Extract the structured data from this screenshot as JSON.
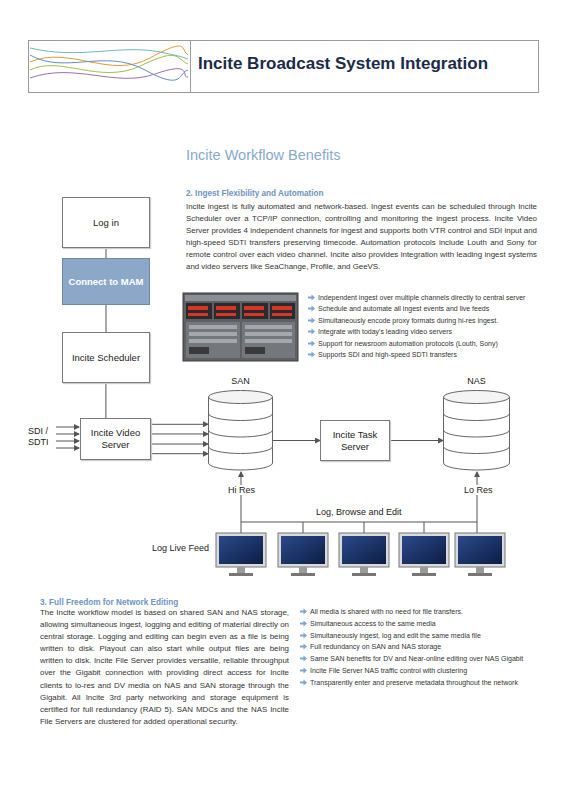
{
  "diagram": {
    "title": "Incite Broadcast System Integration",
    "nodes": [
      {
        "text": [
          "Log in"
        ]
      },
      {
        "text": [
          "Connect to MAM"
        ]
      },
      {
        "text": [
          "Incite Scheduler"
        ]
      },
      {
        "text": [
          "Incite Video Server"
        ]
      },
      {
        "text": [
          "SAN"
        ]
      },
      {
        "text": [
          "Incite Task Server"
        ]
      },
      {
        "text": [
          "NAS"
        ]
      }
    ],
    "edges": [
      {
        "from": 0,
        "to": 1,
        "arrow": "none"
      },
      {
        "from": 1,
        "to": 2,
        "arrow": "none"
      },
      {
        "from": 2,
        "to": 3,
        "arrow": "none"
      },
      {
        "from": 3,
        "to": 4,
        "arrow": "to"
      },
      {
        "from": 3,
        "to": 4,
        "arrow": "to"
      },
      {
        "from": 3,
        "to": 4,
        "arrow": "to"
      },
      {
        "from": 3,
        "to": 4,
        "arrow": "to"
      },
      {
        "from": 4,
        "to": 5,
        "arrow": "to"
      },
      {
        "from": 5,
        "to": 6,
        "arrow": "to"
      }
    ],
    "labels": [
      "Incite Workflow Benefits",
      "2. Ingest Flexibility and Automation",
      "Incite ingest is fully automated and network-based. Ingest events can be scheduled through Incite Scheduler over a TCP/IP connection, controlling and monitoring the ingest process. Incite Video Server provides 4 independent channels for ingest and supports both VTR control and SDI input and high-speed SDTI transfers preserving timecode. Automation protocols include Louth and Sony for remote control over each video channel. Incite also provides integration with leading ingest systems and video servers like SeaChange, Profile, and GeeVS.",
      "Independent ingest over multiple channels directly to central server",
      "Schedule and automate all ingest events and live feeds",
      "Simultaneously encode proxy formats during hi-res ingest.",
      "Integrate with today's leading video servers",
      "Support for newsroom automation protocols (Louth, Sony)",
      "Supports SDI and high-speed SDTI transfers",
      "SDI / SDTI",
      "Hi Res",
      "Lo Res",
      "Log, Browse and Edit",
      "Log Live Feed",
      "3. Full Freedom for Network Editing",
      "The Incite workflow model is based on shared SAN and NAS storage, allowing simultaneous ingest, logging and editing of material directly on central storage. Logging and editing can begin even as a file is being written to disk. Playout can also start while output files are being written to disk. Incite File Server provides versatile, reliable throughput over the Gigabit connection with providing direct access for Incite clients to lo-res and DV media on NAS and SAN storage through the Gigabit. All Incite 3rd party networking and storage equipment is certified for full redundancy (RAID 5). SAN MDCs and the NAS Incite File Servers are clustered for added operational security.",
      "All media is shared with no need for file transfers.",
      "Simultaneous access to the same media",
      "Simultaneously ingest, log and edit the same media file",
      "Full redundancy on SAN and NAS storage",
      "Same SAN benefits for DV and Near-online editing over NAS Gigabit",
      "Incite File Server NAS traffic control with clustering",
      "Transparently enter and preserve metadata throughout the network"
    ]
  }
}
